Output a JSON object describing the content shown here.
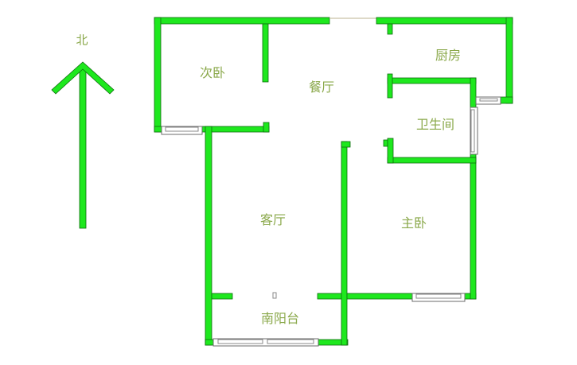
{
  "compass": {
    "label": "北",
    "direction": "north",
    "color": "#1ee81e"
  },
  "colors": {
    "wall": "#1ee81e",
    "wall_outline": "#0d6a0d",
    "label": "#8aa84a",
    "window": "#6b6b6b"
  },
  "rooms": [
    {
      "id": "secondary-bedroom",
      "label": "次卧"
    },
    {
      "id": "dining-room",
      "label": "餐厅"
    },
    {
      "id": "kitchen",
      "label": "厨房"
    },
    {
      "id": "bathroom",
      "label": "卫生间"
    },
    {
      "id": "living-room",
      "label": "客厅"
    },
    {
      "id": "master-bedroom",
      "label": "主卧"
    },
    {
      "id": "south-balcony",
      "label": "南阳台"
    }
  ],
  "watermark": {
    "main": "",
    "sub": ""
  }
}
